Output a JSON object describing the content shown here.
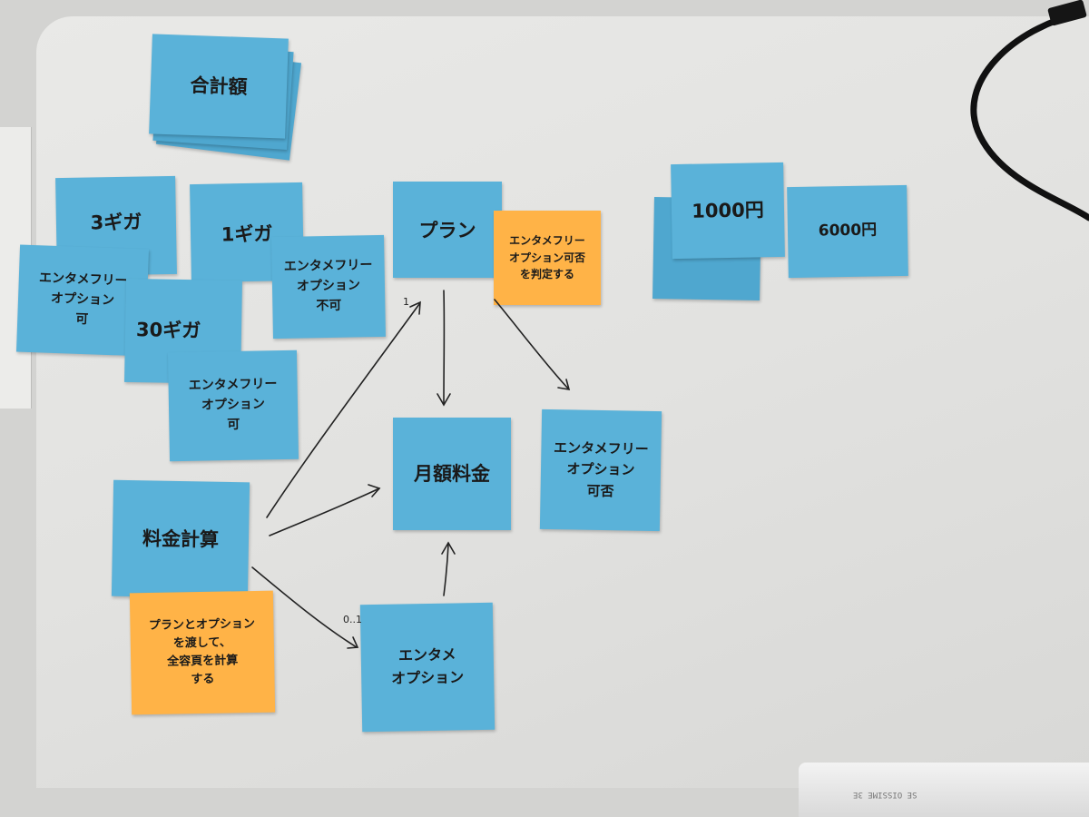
{
  "notes": {
    "total_amount": "合計額",
    "giga_3": "3ギガ",
    "giga_3_option": "エンタメフリー\nオプション\n可",
    "giga_1": "1ギガ",
    "giga_1_option": "エンタメフリー\nオプション\n不可",
    "giga_30": "30ギガ",
    "giga_30_option": "エンタメフリー\nオプション\n可",
    "plan": "プラン",
    "plan_judge": "エンタメフリー\nオプション可否\nを判定する",
    "price_1000": "1000円",
    "price_6000": "6000円",
    "monthly_fee": "月額料金",
    "option_availability": "エンタメフリー\nオプション\n可否",
    "fee_calc": "料金計算",
    "fee_calc_desc": "プランとオプション\nを渡して、\n全容頁を計算\nする",
    "ent_option": "エンタメ\nオプション"
  },
  "multiplicity": {
    "plan": "1",
    "option": "0..1"
  },
  "device_label": "SE OISSIME 3E"
}
